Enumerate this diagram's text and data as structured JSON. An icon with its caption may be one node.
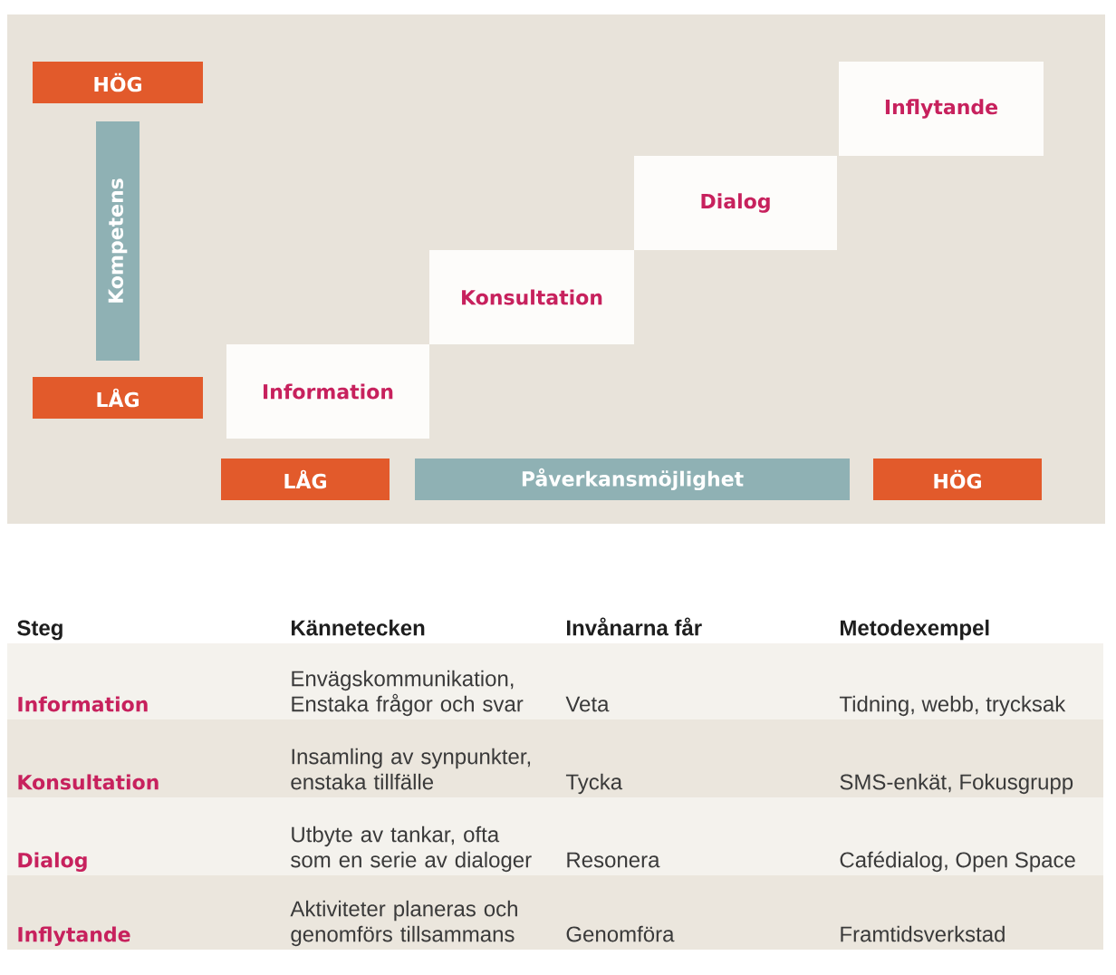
{
  "diagram": {
    "nodes": [
      {
        "text": [
          "HÖG"
        ]
      },
      {
        "text": [
          "Kompetens"
        ]
      },
      {
        "text": [
          "LÅG"
        ]
      },
      {
        "text": [
          "Information"
        ]
      },
      {
        "text": [
          "Konsultation"
        ]
      },
      {
        "text": [
          "Dialog"
        ]
      },
      {
        "text": [
          "Inflytande"
        ]
      },
      {
        "text": [
          "LÅG"
        ]
      },
      {
        "text": [
          "Påverkansmöjlighet"
        ]
      },
      {
        "text": [
          "HÖG"
        ]
      }
    ],
    "labels": [
      "Steg",
      "Kännetecken",
      "Invånarna får",
      "Metodexempel",
      "Information",
      "Envägskommunikation, Enstaka frågor och svar",
      "Veta",
      "Tidning, webb, trycksak",
      "Konsultation",
      "Insamling av synpunkter, enstaka tillfälle",
      "Tycka",
      "SMS-enkät, Fokusgrupp",
      "Dialog",
      "Utbyte av tankar, ofta som en serie av dialoger",
      "Resonera",
      "Cafédialog, Open Space",
      "Inflytande",
      "Aktiviteter planeras och genomförs tillsammans",
      "Genomföra",
      "Framtidsverkstad"
    ]
  }
}
